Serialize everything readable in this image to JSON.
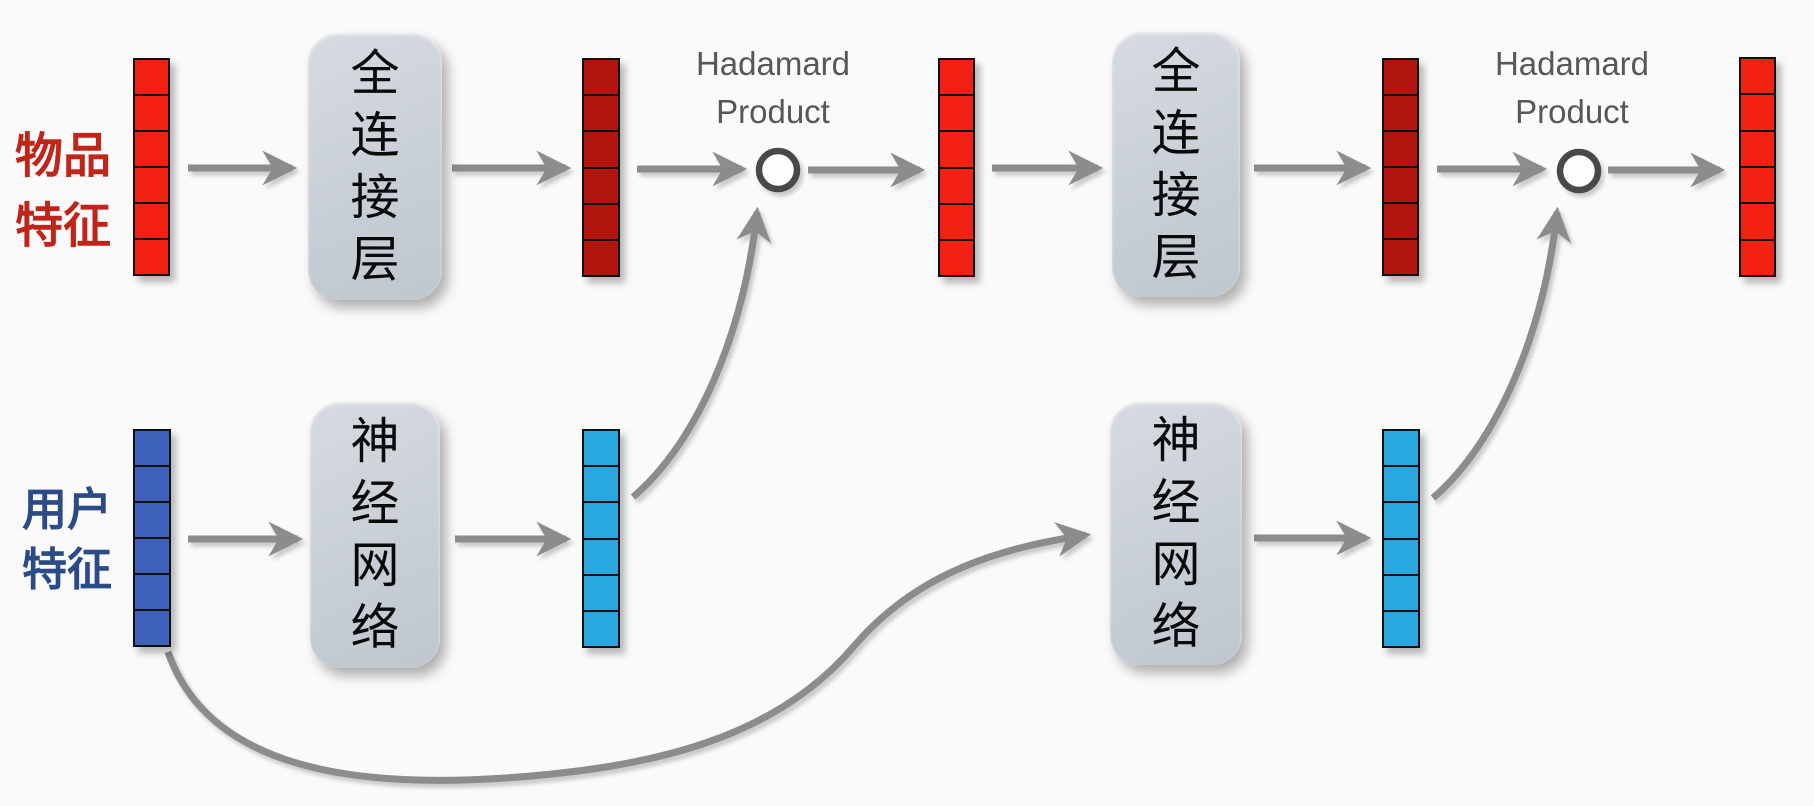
{
  "labels": {
    "item": {
      "line1": "物品",
      "line2": "特征"
    },
    "user": {
      "line1": "用户",
      "line2": "特征"
    }
  },
  "boxes": {
    "fc1": {
      "chars": [
        "全",
        "连",
        "接",
        "层"
      ]
    },
    "nn1": {
      "chars": [
        "神",
        "经",
        "网",
        "络"
      ]
    },
    "fc2": {
      "chars": [
        "全",
        "连",
        "接",
        "层"
      ]
    },
    "nn2": {
      "chars": [
        "神",
        "经",
        "网",
        "络"
      ]
    }
  },
  "operators": {
    "hadamard1": {
      "line1": "Hadamard",
      "line2": "Product",
      "symbol": "circle"
    },
    "hadamard2": {
      "line1": "Hadamard",
      "line2": "Product",
      "symbol": "circle"
    }
  },
  "vectors": {
    "item_input": {
      "cells": 6,
      "color": "#f32113"
    },
    "item_hidden1": {
      "cells": 6,
      "color": "#b2150e"
    },
    "item_product1": {
      "cells": 6,
      "color": "#f32113"
    },
    "item_hidden2": {
      "cells": 6,
      "color": "#b2150e"
    },
    "final_output": {
      "cells": 6,
      "color": "#f32113"
    },
    "user_input": {
      "cells": 6,
      "color": "#3e62b8"
    },
    "user_hidden1": {
      "cells": 6,
      "color": "#29a8e0"
    },
    "user_hidden2": {
      "cells": 6,
      "color": "#29a8e0"
    }
  },
  "colors": {
    "item_vector": "#f32113",
    "item_hidden_vector": "#b2150e",
    "user_vector": "#3e62b8",
    "user_hidden_vector": "#29a8e0",
    "box_fill": "#c9cfd6",
    "arrow": "#8c8c8c",
    "operator_ring": "#484848",
    "item_label_text": "#c0251a",
    "user_label_text": "#2a4b85",
    "hadamard_text": "#575757",
    "background": "#fbfafa"
  }
}
